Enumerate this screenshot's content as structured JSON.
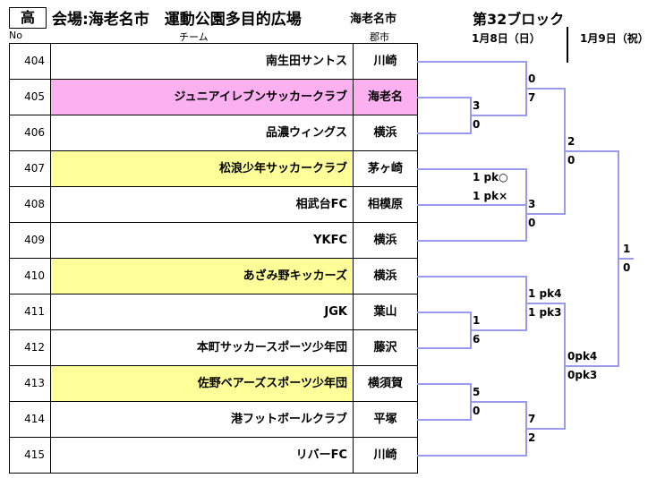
{
  "header": {
    "grade": "高",
    "venue": "会場:海老名市　運動公園多目的広場",
    "venue_city": "海老名市",
    "block": "第32ブロック",
    "date_1": "1月8日（日）",
    "date_2": "1月9日（祝）"
  },
  "columns": {
    "no": "No",
    "team": "チーム",
    "city": "郡市"
  },
  "teams": [
    {
      "no": "404",
      "name": "南生田サントス",
      "city": "川崎",
      "highlight": ""
    },
    {
      "no": "405",
      "name": "ジュニアイレブンサッカークラブ",
      "city": "海老名",
      "highlight": "pink"
    },
    {
      "no": "406",
      "name": "品濃ウィングス",
      "city": "横浜",
      "highlight": ""
    },
    {
      "no": "407",
      "name": "松浪少年サッカークラブ",
      "city": "茅ヶ崎",
      "highlight": "yellow"
    },
    {
      "no": "408",
      "name": "相武台FC",
      "city": "相模原",
      "highlight": ""
    },
    {
      "no": "409",
      "name": "YKFC",
      "city": "横浜",
      "highlight": ""
    },
    {
      "no": "410",
      "name": "あざみ野キッカーズ",
      "city": "横浜",
      "highlight": "yellow"
    },
    {
      "no": "411",
      "name": "JGK",
      "city": "葉山",
      "highlight": ""
    },
    {
      "no": "412",
      "name": "本町サッカースポーツ少年団",
      "city": "藤沢",
      "highlight": ""
    },
    {
      "no": "413",
      "name": "佐野ベアーズスポーツ少年団",
      "city": "横須賀",
      "highlight": "yellow"
    },
    {
      "no": "414",
      "name": "港フットボールクラブ",
      "city": "平塚",
      "highlight": ""
    },
    {
      "no": "415",
      "name": "リバーFC",
      "city": "川崎",
      "highlight": ""
    }
  ],
  "scores": {
    "m1_top": "3",
    "m1_bot": "0",
    "m2_top": "1 pk○",
    "m2_bot": "1 pk×",
    "m3_top": "1",
    "m3_bot": "6",
    "m4_top": "5",
    "m4_bot": "0",
    "m5_top": "0",
    "m5_bot": "7",
    "m6_top": "3",
    "m6_bot": "0",
    "m7_top": "1 pk4",
    "m7_bot": "1 pk3",
    "m8_top": "7",
    "m8_bot": "2",
    "m9_top": "2",
    "m9_bot": "0",
    "m10_top": "0pk4",
    "m10_bot": "0pk3",
    "m11_top": "1",
    "m11_bot": "0"
  },
  "colors": {
    "bracket": "#9999ee",
    "pink": "#fbb0f0",
    "yellow": "#ffff99"
  }
}
